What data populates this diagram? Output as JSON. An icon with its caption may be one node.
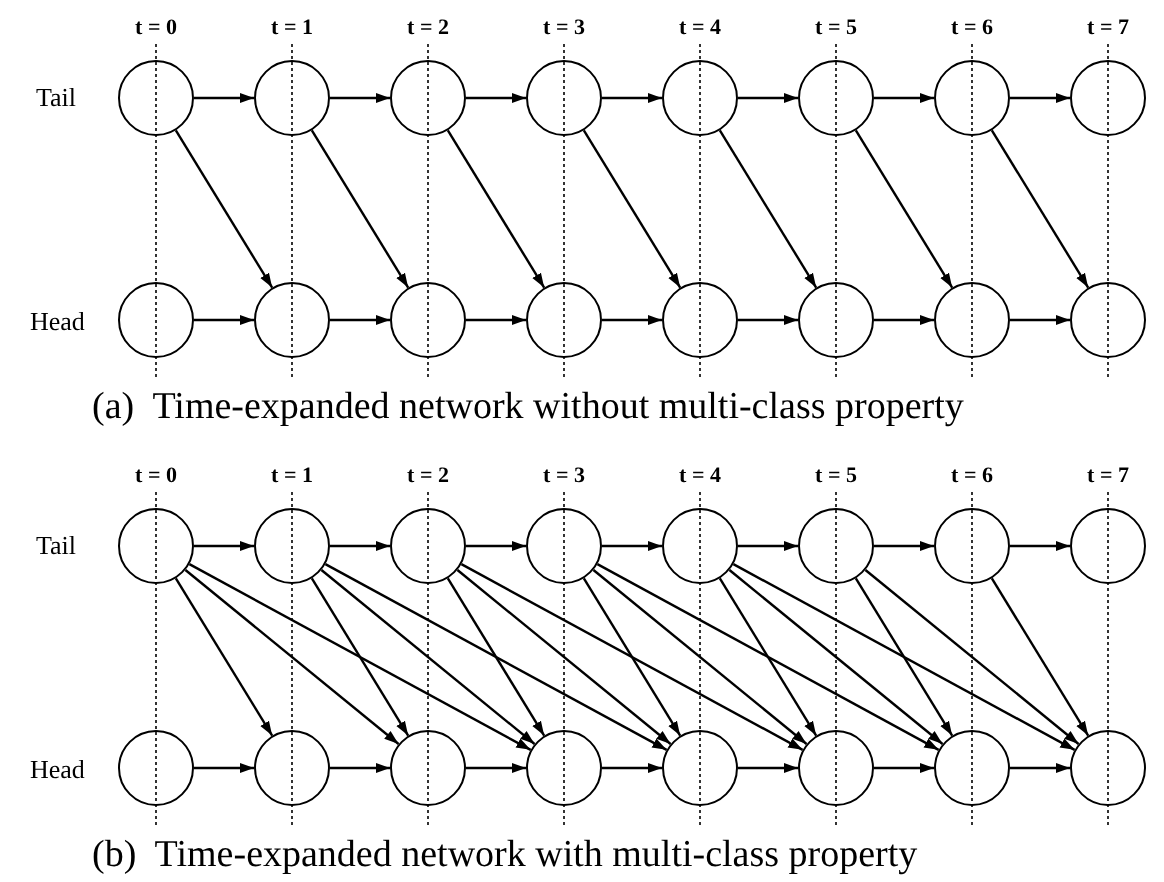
{
  "diagram": {
    "nodes": [
      {
        "text": [],
        "shape": "circle"
      },
      {
        "text": [],
        "shape": "circle"
      },
      {
        "text": [],
        "shape": "circle"
      },
      {
        "text": [],
        "shape": "circle"
      },
      {
        "text": [],
        "shape": "circle"
      },
      {
        "text": [],
        "shape": "circle"
      },
      {
        "text": [],
        "shape": "circle"
      },
      {
        "text": [],
        "shape": "circle"
      },
      {
        "text": [],
        "shape": "circle"
      },
      {
        "text": [],
        "shape": "circle"
      },
      {
        "text": [],
        "shape": "circle"
      },
      {
        "text": [],
        "shape": "circle"
      },
      {
        "text": [],
        "shape": "circle"
      },
      {
        "text": [],
        "shape": "circle"
      },
      {
        "text": [],
        "shape": "circle"
      },
      {
        "text": [],
        "shape": "circle"
      },
      {
        "text": [],
        "shape": "circle"
      },
      {
        "text": [],
        "shape": "circle"
      },
      {
        "text": [],
        "shape": "circle"
      },
      {
        "text": [],
        "shape": "circle"
      },
      {
        "text": [],
        "shape": "circle"
      },
      {
        "text": [],
        "shape": "circle"
      },
      {
        "text": [],
        "shape": "circle"
      },
      {
        "text": [],
        "shape": "circle"
      },
      {
        "text": [],
        "shape": "circle"
      },
      {
        "text": [],
        "shape": "circle"
      },
      {
        "text": [],
        "shape": "circle"
      },
      {
        "text": [],
        "shape": "circle"
      },
      {
        "text": [],
        "shape": "circle"
      },
      {
        "text": [],
        "shape": "circle"
      },
      {
        "text": [],
        "shape": "circle"
      },
      {
        "text": [],
        "shape": "circle"
      }
    ],
    "edges": [
      {
        "from": 0,
        "to": 1,
        "arrow": "to"
      },
      {
        "from": 1,
        "to": 2,
        "arrow": "to"
      },
      {
        "from": 2,
        "to": 3,
        "arrow": "to"
      },
      {
        "from": 3,
        "to": 4,
        "arrow": "to"
      },
      {
        "from": 4,
        "to": 5,
        "arrow": "to"
      },
      {
        "from": 5,
        "to": 6,
        "arrow": "to"
      },
      {
        "from": 6,
        "to": 7,
        "arrow": "to"
      },
      {
        "from": 8,
        "to": 9,
        "arrow": "to"
      },
      {
        "from": 9,
        "to": 10,
        "arrow": "to"
      },
      {
        "from": 10,
        "to": 11,
        "arrow": "to"
      },
      {
        "from": 11,
        "to": 12,
        "arrow": "to"
      },
      {
        "from": 12,
        "to": 13,
        "arrow": "to"
      },
      {
        "from": 13,
        "to": 14,
        "arrow": "to"
      },
      {
        "from": 14,
        "to": 15,
        "arrow": "to"
      },
      {
        "from": 0,
        "to": 9,
        "arrow": "to"
      },
      {
        "from": 1,
        "to": 10,
        "arrow": "to"
      },
      {
        "from": 2,
        "to": 11,
        "arrow": "to"
      },
      {
        "from": 3,
        "to": 12,
        "arrow": "to"
      },
      {
        "from": 4,
        "to": 13,
        "arrow": "to"
      },
      {
        "from": 5,
        "to": 14,
        "arrow": "to"
      },
      {
        "from": 6,
        "to": 15,
        "arrow": "to"
      },
      {
        "from": 16,
        "to": 17,
        "arrow": "to"
      },
      {
        "from": 17,
        "to": 18,
        "arrow": "to"
      },
      {
        "from": 18,
        "to": 19,
        "arrow": "to"
      },
      {
        "from": 19,
        "to": 20,
        "arrow": "to"
      },
      {
        "from": 20,
        "to": 21,
        "arrow": "to"
      },
      {
        "from": 21,
        "to": 22,
        "arrow": "to"
      },
      {
        "from": 22,
        "to": 23,
        "arrow": "to"
      },
      {
        "from": 24,
        "to": 25,
        "arrow": "to"
      },
      {
        "from": 25,
        "to": 26,
        "arrow": "to"
      },
      {
        "from": 26,
        "to": 27,
        "arrow": "to"
      },
      {
        "from": 27,
        "to": 28,
        "arrow": "to"
      },
      {
        "from": 28,
        "to": 29,
        "arrow": "to"
      },
      {
        "from": 29,
        "to": 30,
        "arrow": "to"
      },
      {
        "from": 30,
        "to": 31,
        "arrow": "to"
      },
      {
        "from": 16,
        "to": 25,
        "arrow": "to"
      },
      {
        "from": 16,
        "to": 26,
        "arrow": "to"
      },
      {
        "from": 16,
        "to": 27,
        "arrow": "to"
      },
      {
        "from": 17,
        "to": 26,
        "arrow": "to"
      },
      {
        "from": 17,
        "to": 27,
        "arrow": "to"
      },
      {
        "from": 17,
        "to": 28,
        "arrow": "to"
      },
      {
        "from": 18,
        "to": 27,
        "arrow": "to"
      },
      {
        "from": 18,
        "to": 28,
        "arrow": "to"
      },
      {
        "from": 18,
        "to": 29,
        "arrow": "to"
      },
      {
        "from": 19,
        "to": 28,
        "arrow": "to"
      },
      {
        "from": 19,
        "to": 29,
        "arrow": "to"
      },
      {
        "from": 19,
        "to": 30,
        "arrow": "to"
      },
      {
        "from": 20,
        "to": 29,
        "arrow": "to"
      },
      {
        "from": 20,
        "to": 30,
        "arrow": "to"
      },
      {
        "from": 20,
        "to": 31,
        "arrow": "to"
      },
      {
        "from": 21,
        "to": 30,
        "arrow": "to"
      },
      {
        "from": 21,
        "to": 31,
        "arrow": "to"
      },
      {
        "from": 22,
        "to": 31,
        "arrow": "to"
      }
    ],
    "labels": [
      "t = 0",
      "t = 1",
      "t = 2",
      "t = 3",
      "t = 4",
      "t = 5",
      "t = 6",
      "t = 7",
      "Tail",
      "Head",
      "(a)  Time-expanded network without multi-class property",
      "t = 0",
      "t = 1",
      "t = 2",
      "t = 3",
      "t = 4",
      "t = 5",
      "t = 6",
      "t = 7",
      "Tail",
      "Head",
      "(b)  Time-expanded network with multi-class property"
    ]
  }
}
